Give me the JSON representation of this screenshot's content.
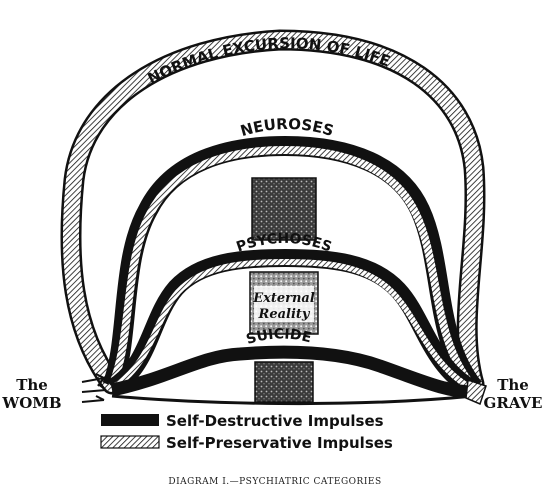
{
  "arcs": {
    "normal": "NORMAL EXCURSION OF LIFE",
    "neuroses": "NEUROSES",
    "psychoses": "PSYCHOSES",
    "suicide": "SUICIDE"
  },
  "center_box": {
    "line1": "External",
    "line2": "Reality"
  },
  "endpoints": {
    "left_top": "The",
    "left_bottom": "WOMB",
    "right_top": "The",
    "right_bottom": "GRAVE"
  },
  "legend": {
    "destructive": "Self-Destructive Impulses",
    "preservative": "Self-Preservative Impulses"
  },
  "caption": "DIAGRAM I.—PSYCHIATRIC CATEGORIES",
  "colors": {
    "ink": "#111111",
    "paper": "#ffffff"
  }
}
